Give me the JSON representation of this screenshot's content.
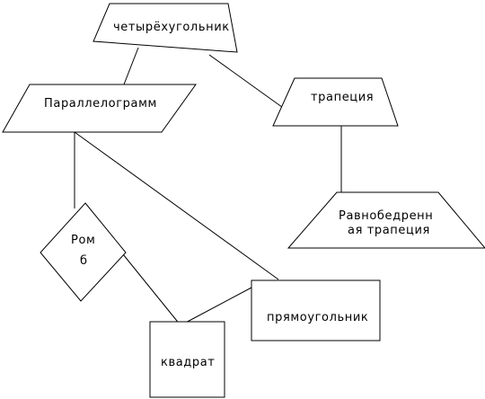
{
  "nodes": {
    "quadrilateral": {
      "label": "четырёхугольник"
    },
    "parallelogram": {
      "label": "Параллелограмм"
    },
    "trapezoid": {
      "label": "трапеция"
    },
    "isosceles_trapezoid": {
      "label_line1": "Равнобедренн",
      "label_line2": "ая трапеция"
    },
    "rhombus": {
      "label_line1": "Ром",
      "label_line2": "б"
    },
    "rectangle": {
      "label": "прямоугольник"
    },
    "square": {
      "label": "квадрат"
    }
  },
  "colors": {
    "stroke": "#000000",
    "fill": "#ffffff"
  }
}
